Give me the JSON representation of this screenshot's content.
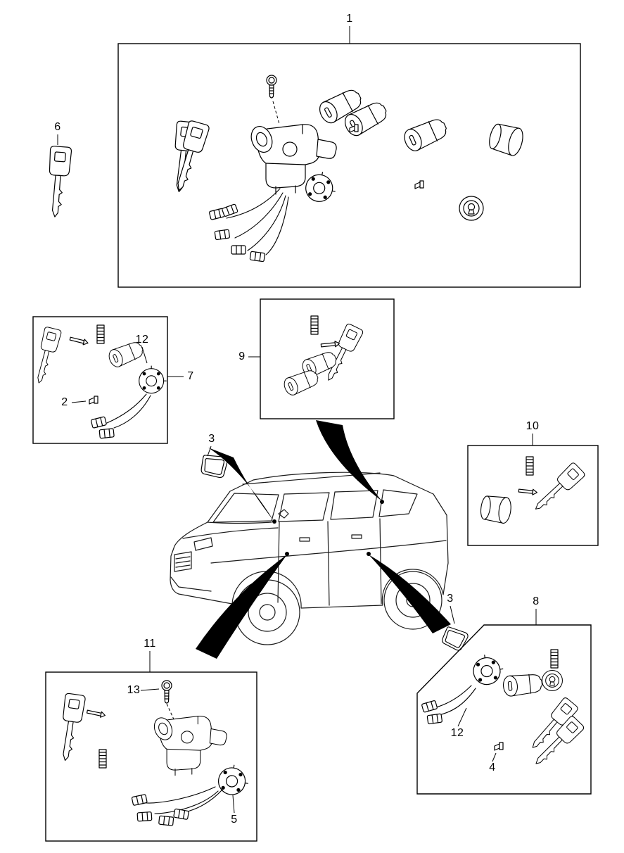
{
  "page": {
    "background_color": "#ffffff",
    "line_color": "#000000"
  },
  "diagram": {
    "type": "exploded-parts-diagram",
    "callouts": [
      {
        "label": "1"
      },
      {
        "label": "6"
      },
      {
        "label": "12"
      },
      {
        "label": "7"
      },
      {
        "label": "2"
      },
      {
        "label": "9"
      },
      {
        "label": "3"
      },
      {
        "label": "10"
      },
      {
        "label": "3"
      },
      {
        "label": "8"
      },
      {
        "label": "12"
      },
      {
        "label": "4"
      },
      {
        "label": "11"
      },
      {
        "label": "13"
      },
      {
        "label": "5"
      }
    ],
    "icons": {
      "key": "key-icon",
      "lock_cylinder": "lock-cylinder-icon",
      "lock_face": "lock-face-icon",
      "ignition_lock_assembly": "ignition-lock-assembly-icon",
      "ignition_switch": "ignition-switch-icon",
      "wiring_connector": "wiring-connector-icon",
      "screw": "screw-icon",
      "clip": "clip-icon",
      "spring": "spring-icon",
      "gasket": "gasket-icon",
      "cap": "cap-icon",
      "pin": "pin-icon",
      "vehicle": "suv-illustration",
      "pointer": "pointer-swoosh"
    }
  }
}
